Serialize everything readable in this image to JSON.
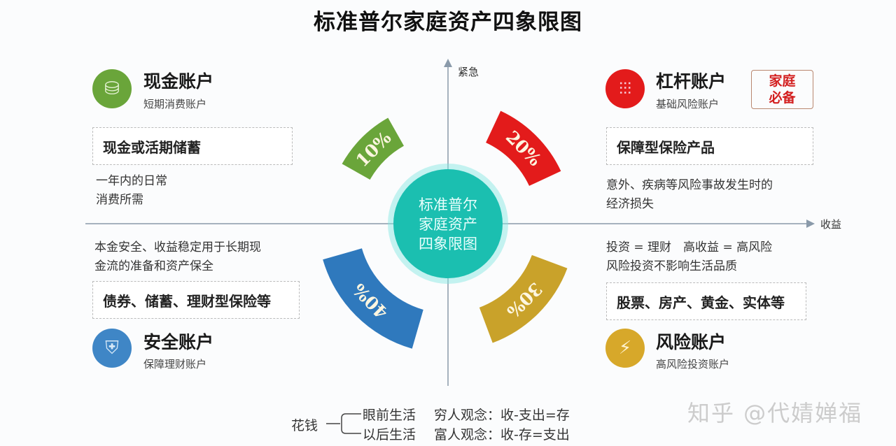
{
  "title": "标准普尔家庭资产四象限图",
  "axes": {
    "y_label": "紧急",
    "x_label": "收益"
  },
  "center": {
    "lines": [
      "标准普尔",
      "家庭资产",
      "四象限图"
    ],
    "color": "#1bbfb0"
  },
  "segments": [
    {
      "quadrant": "top-left",
      "label": "10%",
      "percent": 10,
      "color": "#6aa53a"
    },
    {
      "quadrant": "top-right",
      "label": "20%",
      "percent": 20,
      "color": "#e31b1b"
    },
    {
      "quadrant": "bottom-right",
      "label": "30%",
      "percent": 30,
      "color": "#c9a22a"
    },
    {
      "quadrant": "bottom-left",
      "label": "40%",
      "percent": 40,
      "color": "#2f79bd"
    }
  ],
  "quadrants": {
    "cash": {
      "name": "现金账户",
      "sub": "短期消费账户",
      "box": "现金或活期储蓄",
      "desc": [
        "一年内的日常",
        "消费所需"
      ],
      "icon": "coins-icon",
      "color": "#6aa53a"
    },
    "leverage": {
      "name": "杠杆账户",
      "sub": "基础风险账户",
      "badge": [
        "家庭",
        "必备"
      ],
      "box": "保障型保险产品",
      "desc": [
        "意外、疾病等风险事故发生时的",
        "经济损失"
      ],
      "icon": "sliders-icon",
      "color": "#e31b1b"
    },
    "safe": {
      "name": "安全账户",
      "sub": "保障理财账户",
      "box": "债券、储蓄、理财型保险等",
      "desc": [
        "本金安全、收益稳定用于长期现",
        "金流的准备和资产保全"
      ],
      "icon": "shield-icon",
      "color": "#3f86c6"
    },
    "risk": {
      "name": "风险账户",
      "sub": "高风险投资账户",
      "box": "股票、房产、黄金、实体等",
      "desc": [
        "投资 = 理财　高收益 = 高风险",
        "风险投资不影响生活品质"
      ],
      "icon": "lightning-shield-icon",
      "color": "#d7a82a"
    }
  },
  "footer": {
    "root": "花钱",
    "branches": [
      "眼前生活",
      "以后生活"
    ],
    "views": [
      "穷人观念：收-支出=存",
      "富人观念：收-存=支出"
    ]
  },
  "watermark": "知乎 @代婧婵福"
}
